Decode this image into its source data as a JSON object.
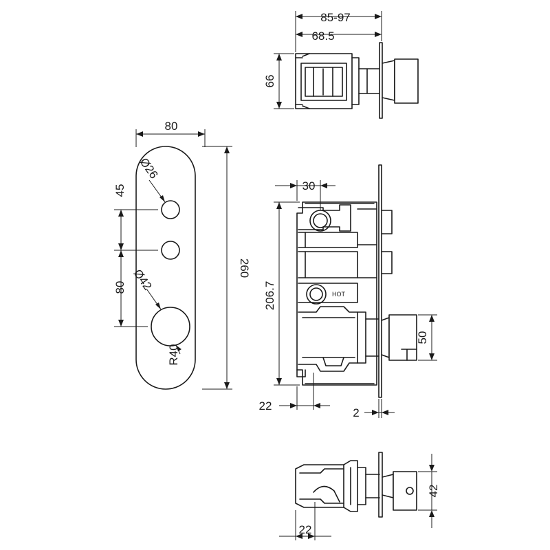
{
  "dimensions": {
    "top_width_overall": "85-97",
    "top_width_body": "68.5",
    "top_height": "66",
    "plate_width": "80",
    "plate_height": "260",
    "button_diameter": "Ø26",
    "knob_diameter": "Ø42",
    "button_spacing": "45",
    "knob_spacing": "80",
    "plate_radius": "R40",
    "side_inlet_offset": "30",
    "side_body_height": "206.7",
    "side_knob_height": "50",
    "side_depth_offset": "22",
    "plate_thickness": "2",
    "bottom_height": "42",
    "bottom_offset": "22"
  },
  "labels": {
    "hot": "HOT"
  }
}
